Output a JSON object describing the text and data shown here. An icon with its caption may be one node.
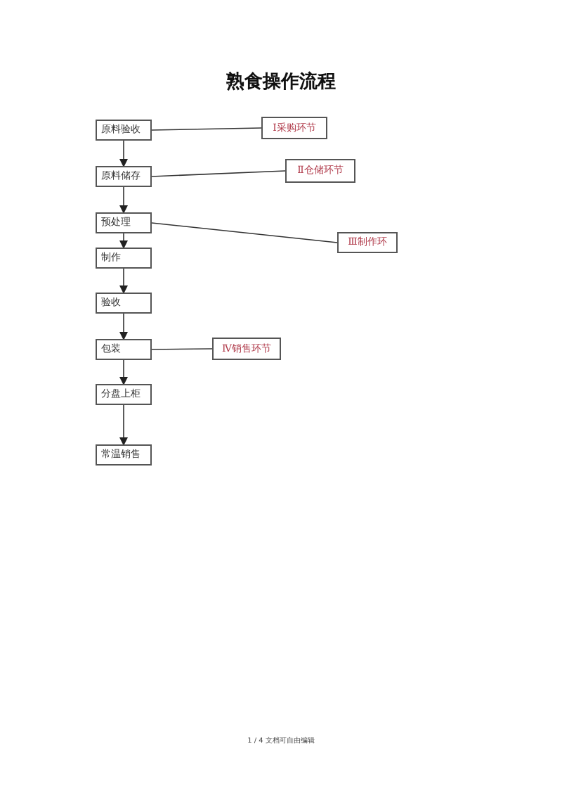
{
  "diagram": {
    "title": "熟食操作流程",
    "nodes": [
      {
        "text": [
          "原料验收"
        ]
      },
      {
        "text": [
          "Ⅰ采购环节"
        ]
      },
      {
        "text": [
          "原料储存"
        ]
      },
      {
        "text": [
          "Ⅱ仓储环节"
        ]
      },
      {
        "text": [
          "预处理"
        ]
      },
      {
        "text": [
          "Ⅲ制作环"
        ]
      },
      {
        "text": [
          "制作"
        ]
      },
      {
        "text": [
          "验收"
        ]
      },
      {
        "text": [
          "包装"
        ]
      },
      {
        "text": [
          "Ⅳ销售环节"
        ]
      },
      {
        "text": [
          "分盘上柜"
        ]
      },
      {
        "text": [
          "常温销售"
        ]
      }
    ],
    "edges": [
      {
        "from": 0,
        "to": 2,
        "arrow": "to"
      },
      {
        "from": 2,
        "to": 4,
        "arrow": "to"
      },
      {
        "from": 4,
        "to": 6,
        "arrow": "to"
      },
      {
        "from": 6,
        "to": 7,
        "arrow": "to"
      },
      {
        "from": 7,
        "to": 8,
        "arrow": "to"
      },
      {
        "from": 8,
        "to": 10,
        "arrow": "to"
      },
      {
        "from": 10,
        "to": 11,
        "arrow": "to"
      },
      {
        "from": 0,
        "to": 1,
        "arrow": "none"
      },
      {
        "from": 2,
        "to": 3,
        "arrow": "none"
      },
      {
        "from": 4,
        "to": 5,
        "arrow": "none"
      },
      {
        "from": 8,
        "to": 9,
        "arrow": "none"
      }
    ],
    "labels": [
      "1 / 4 文档可自由编辑"
    ]
  }
}
